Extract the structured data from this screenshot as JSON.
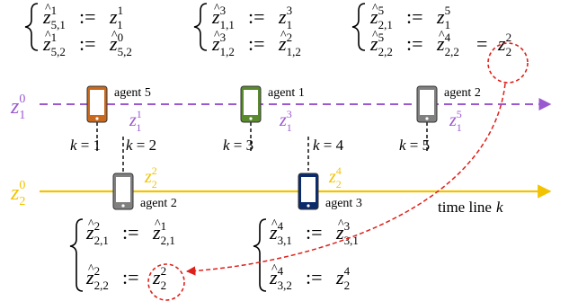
{
  "colors": {
    "purple": "#9b59d0",
    "gold": "#f2c300",
    "red": "#e0201b",
    "black": "#000000",
    "agent5_phone": "#c8691e",
    "agent1_phone": "#5a8a2e",
    "agent2_phone": "#808080",
    "agent3_phone": "#0b2a6b"
  },
  "lines": {
    "top": {
      "base": "z",
      "sub": "1",
      "sup": "0"
    },
    "bottom": {
      "base": "z",
      "sub": "2",
      "sup": "0"
    },
    "time_label": "time line",
    "time_var": "k"
  },
  "events": [
    {
      "agent_label": "agent 5",
      "phone_icon": "smartphone-icon",
      "z_sub": "1",
      "z_sup": "1"
    },
    {
      "agent_label": "agent 2",
      "phone_icon": "smartphone-icon",
      "z_sub": "2",
      "z_sup": "2"
    },
    {
      "agent_label": "agent 1",
      "phone_icon": "smartphone-icon",
      "z_sub": "1",
      "z_sup": "3"
    },
    {
      "agent_label": "agent 3",
      "phone_icon": "smartphone-icon",
      "z_sub": "2",
      "z_sup": "4"
    },
    {
      "agent_label": "agent 2",
      "phone_icon": "smartphone-icon",
      "z_sub": "1",
      "z_sup": "5"
    }
  ],
  "k_labels": [
    {
      "var": "k",
      "op": " = ",
      "val": "1"
    },
    {
      "var": "k",
      "op": " = ",
      "val": "2"
    },
    {
      "var": "k",
      "op": " = ",
      "val": "3"
    },
    {
      "var": "k",
      "op": " = ",
      "val": "4"
    },
    {
      "var": "k",
      "op": " = ",
      "val": "5"
    }
  ],
  "assignments": {
    "assign_op": ":=",
    "group1": [
      {
        "lhs_sup": "1",
        "lhs_sub": "5,1",
        "rhs_sup": "1",
        "rhs_sub": "1"
      },
      {
        "lhs_sup": "1",
        "lhs_sub": "5,2",
        "rhs_sup": "0",
        "rhs_sub": "5,2",
        "rhs_hat": true
      }
    ],
    "group2": [
      {
        "lhs_sup": "3",
        "lhs_sub": "1,1",
        "rhs_sup": "3",
        "rhs_sub": "1"
      },
      {
        "lhs_sup": "3",
        "lhs_sub": "1,2",
        "rhs_sup": "2",
        "rhs_sub": "1,2",
        "rhs_hat": true
      }
    ],
    "group3": [
      {
        "lhs_sup": "5",
        "lhs_sub": "2,1",
        "rhs_sup": "5",
        "rhs_sub": "1"
      },
      {
        "lhs_sup": "5",
        "lhs_sub": "2,2",
        "rhs_sup": "4",
        "rhs_sub": "2,2",
        "rhs_hat": true,
        "extra_eq": "=",
        "extra_sup": "2",
        "extra_sub": "2"
      }
    ],
    "group4": [
      {
        "lhs_sup": "2",
        "lhs_sub": "2,1",
        "rhs_sup": "1",
        "rhs_sub": "2,1",
        "rhs_hat": true
      },
      {
        "lhs_sup": "2",
        "lhs_sub": "2,2",
        "rhs_sup": "2",
        "rhs_sub": "2"
      }
    ],
    "group5": [
      {
        "lhs_sup": "4",
        "lhs_sub": "3,1",
        "rhs_sup": "3",
        "rhs_sub": "3,1",
        "rhs_hat": true
      },
      {
        "lhs_sup": "4",
        "lhs_sub": "3,2",
        "rhs_sup": "4",
        "rhs_sub": "2"
      }
    ]
  }
}
